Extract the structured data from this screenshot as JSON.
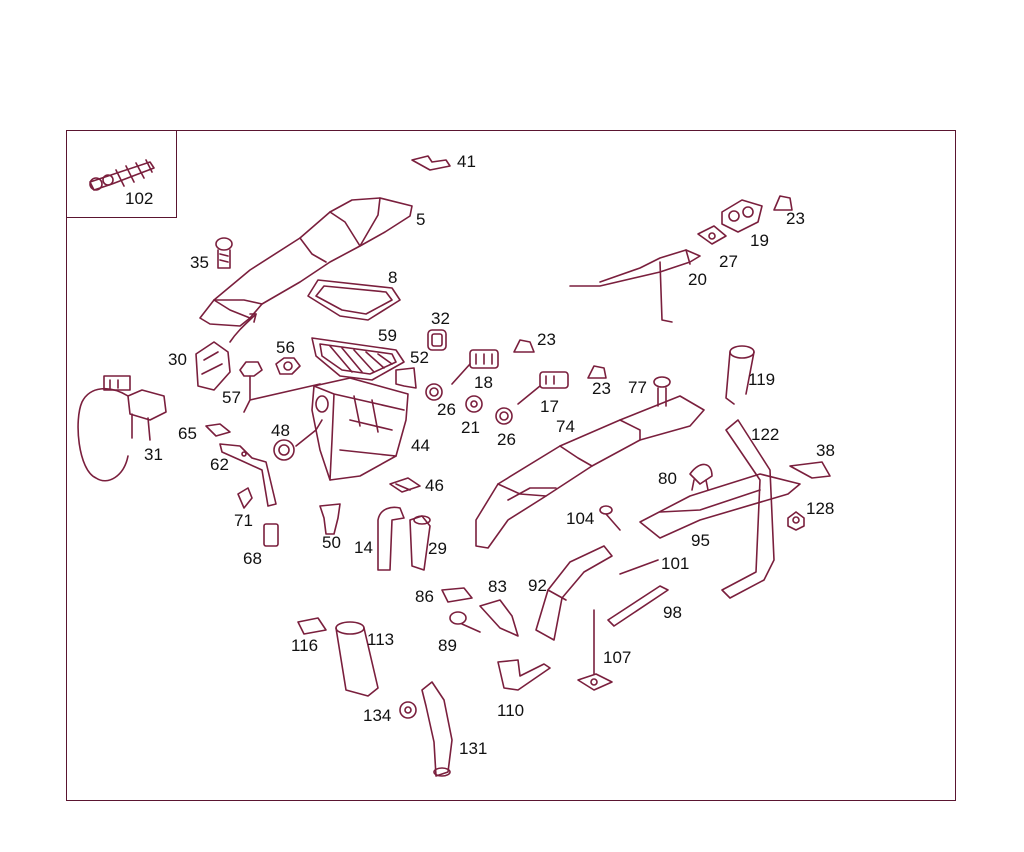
{
  "diagram": {
    "line_color": "#7a1f3d",
    "label_color": "#111111",
    "parts": [
      {
        "id": "p102",
        "label": "102",
        "icon": "push-clip"
      },
      {
        "id": "p41",
        "label": "41",
        "icon": "bracket"
      },
      {
        "id": "p5",
        "label": "5",
        "icon": "air-duct-housing"
      },
      {
        "id": "p35",
        "label": "35",
        "icon": "screw"
      },
      {
        "id": "p8",
        "label": "8",
        "icon": "gasket"
      },
      {
        "id": "p59",
        "label": "59",
        "icon": "filter-element"
      },
      {
        "id": "p32",
        "label": "32",
        "icon": "grommet"
      },
      {
        "id": "p52",
        "label": "52",
        "icon": "clip"
      },
      {
        "id": "p30",
        "label": "30",
        "icon": "rubber-mount"
      },
      {
        "id": "p56",
        "label": "56",
        "icon": "nut"
      },
      {
        "id": "p57",
        "label": "57",
        "icon": "bolt"
      },
      {
        "id": "p31",
        "label": "31",
        "icon": "sensor-with-cable"
      },
      {
        "id": "p65",
        "label": "65",
        "icon": "clip"
      },
      {
        "id": "p62",
        "label": "62",
        "icon": "bracket"
      },
      {
        "id": "p71",
        "label": "71",
        "icon": "clip"
      },
      {
        "id": "p68",
        "label": "68",
        "icon": "clip"
      },
      {
        "id": "p48",
        "label": "48",
        "icon": "grommet"
      },
      {
        "id": "p44",
        "label": "44",
        "icon": "filter-housing"
      },
      {
        "id": "p46",
        "label": "46",
        "icon": "clip"
      },
      {
        "id": "p50",
        "label": "50",
        "icon": "rubber-buffer"
      },
      {
        "id": "p14",
        "label": "14",
        "icon": "hose"
      },
      {
        "id": "p29",
        "label": "29",
        "icon": "hose"
      },
      {
        "id": "p18",
        "label": "18",
        "icon": "temperature-sensor"
      },
      {
        "id": "p26a",
        "label": "26",
        "icon": "seal-ring"
      },
      {
        "id": "p21",
        "label": "21",
        "icon": "nut"
      },
      {
        "id": "p26b",
        "label": "26",
        "icon": "seal-ring"
      },
      {
        "id": "p23a",
        "label": "23",
        "icon": "cap"
      },
      {
        "id": "p17",
        "label": "17",
        "icon": "temperature-sensor"
      },
      {
        "id": "p23b",
        "label": "23",
        "icon": "cap"
      },
      {
        "id": "p74",
        "label": "74",
        "icon": "duct-channel"
      },
      {
        "id": "p77",
        "label": "77",
        "icon": "bolt"
      },
      {
        "id": "p19",
        "label": "19",
        "icon": "switch"
      },
      {
        "id": "p23c",
        "label": "23",
        "icon": "cap"
      },
      {
        "id": "p27",
        "label": "27",
        "icon": "gasket"
      },
      {
        "id": "p20",
        "label": "20",
        "icon": "bracket-rod"
      },
      {
        "id": "p119",
        "label": "119",
        "icon": "hose"
      },
      {
        "id": "p122",
        "label": "122",
        "icon": "hose"
      },
      {
        "id": "p38",
        "label": "38",
        "icon": "clip"
      },
      {
        "id": "p80",
        "label": "80",
        "icon": "clamp"
      },
      {
        "id": "p104",
        "label": "104",
        "icon": "screw"
      },
      {
        "id": "p95",
        "label": "95",
        "icon": "cover-panel"
      },
      {
        "id": "p128",
        "label": "128",
        "icon": "nut"
      },
      {
        "id": "p101",
        "label": "101",
        "icon": "strip"
      },
      {
        "id": "p92",
        "label": "92",
        "icon": "guide"
      },
      {
        "id": "p98",
        "label": "98",
        "icon": "strip"
      },
      {
        "id": "p107",
        "label": "107",
        "icon": "clip"
      },
      {
        "id": "p86",
        "label": "86",
        "icon": "clip"
      },
      {
        "id": "p83",
        "label": "83",
        "icon": "bracket"
      },
      {
        "id": "p89",
        "label": "89",
        "icon": "bolt"
      },
      {
        "id": "p110",
        "label": "110",
        "icon": "bracket"
      },
      {
        "id": "p116",
        "label": "116",
        "icon": "clip"
      },
      {
        "id": "p113",
        "label": "113",
        "icon": "hose"
      },
      {
        "id": "p134",
        "label": "134",
        "icon": "nut"
      },
      {
        "id": "p131",
        "label": "131",
        "icon": "hose"
      }
    ]
  }
}
